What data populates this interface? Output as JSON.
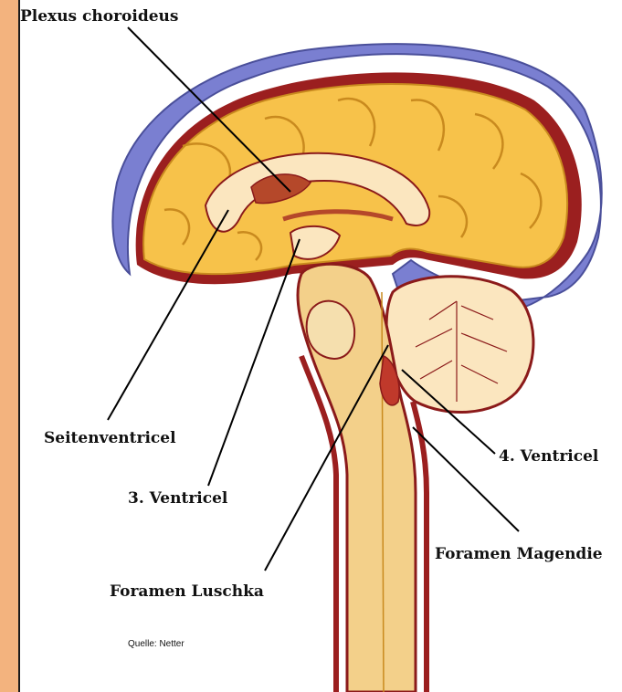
{
  "labels": {
    "plexus": "Plexus choroideus",
    "lateral": "Seitenventricel",
    "third": "3. Ventricel",
    "fourth": "4. Ventricel",
    "magendie": "Foramen Magendie",
    "luschka": "Foramen Luschka"
  },
  "source": "Quelle: Netter",
  "colors": {
    "side_stripe": "#f3b37e",
    "meninges": "#7a7fd1",
    "brain_tissue": "#f7c24a",
    "outline": "#8b1a1a",
    "csf_space": "#fbe6bf"
  }
}
